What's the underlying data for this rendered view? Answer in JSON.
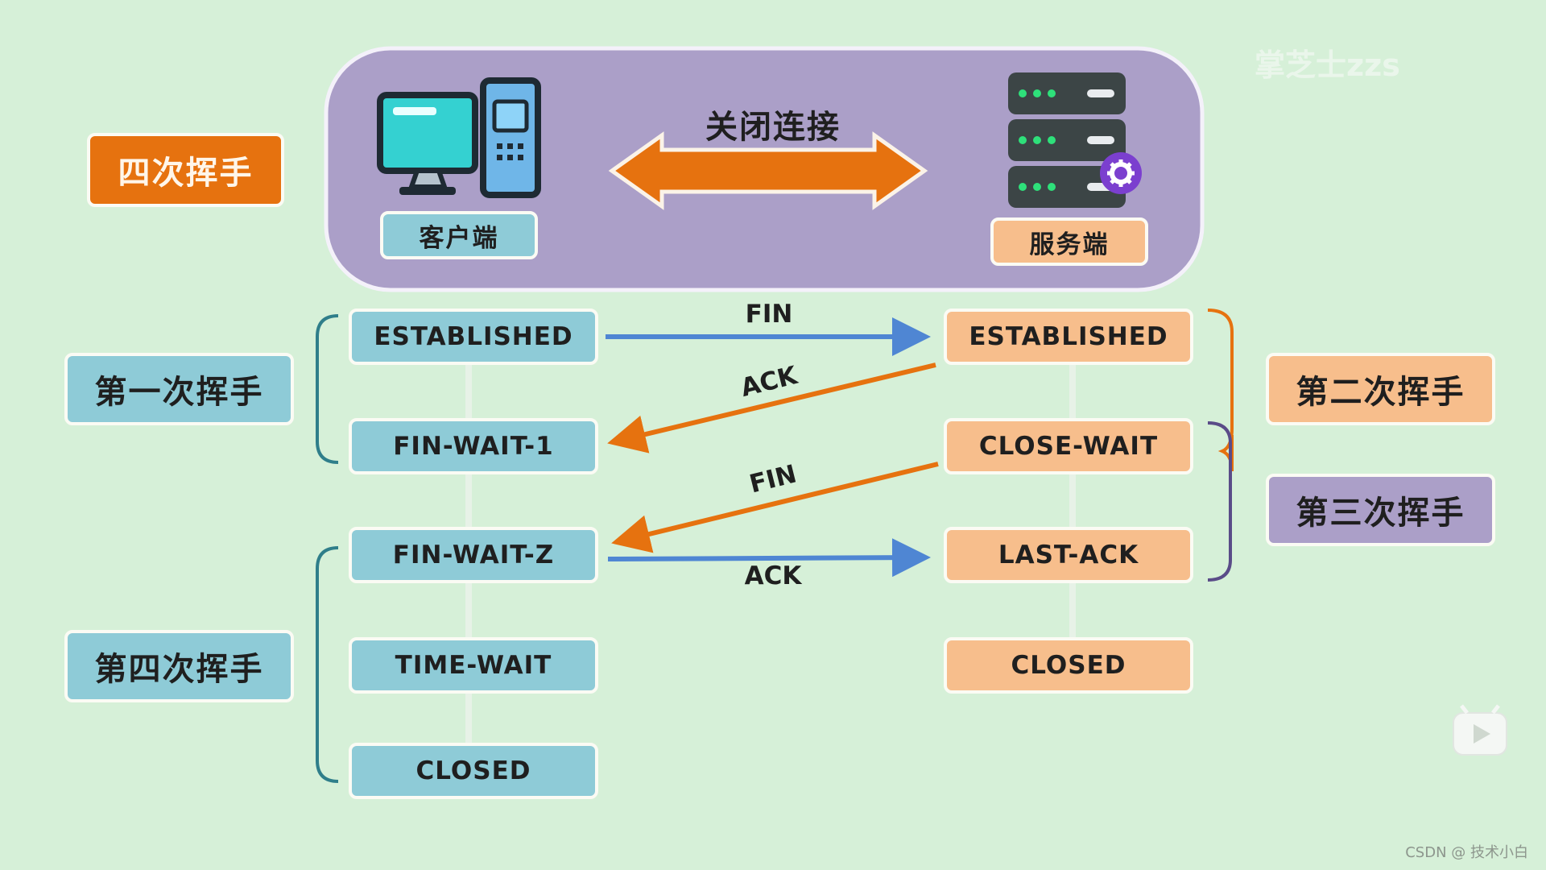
{
  "title_badge": "四次挥手",
  "header": {
    "client_label": "客户端",
    "server_label": "服务端",
    "arrow_label": "关闭连接"
  },
  "phases": {
    "first": "第一次挥手",
    "second": "第二次挥手",
    "third": "第三次挥手",
    "fourth": "第四次挥手"
  },
  "client_states": [
    "ESTABLISHED",
    "FIN-WAIT-1",
    "FIN-WAIT-Z",
    "TIME-WAIT",
    "CLOSED"
  ],
  "server_states": [
    "ESTABLISHED",
    "CLOSE-WAIT",
    "LAST-ACK",
    "CLOSED"
  ],
  "messages": [
    "FIN",
    "ACK",
    "FIN",
    "ACK"
  ],
  "watermark": "掌芝士zzs",
  "footer": "CSDN @ 技术小白",
  "colors": {
    "background": "#d6f0d8",
    "client_state": "#8ecbd7",
    "server_state": "#f7be8c",
    "header_panel": "#ab9fc8",
    "accent_orange": "#e6720f",
    "arrow_blue": "#4f86d3",
    "bracket_teal": "#2f7e8a",
    "bracket_purple": "#5a4c88"
  },
  "icons": [
    "desktop-computer-icon",
    "server-rack-icon",
    "gear-icon",
    "play-icon"
  ]
}
